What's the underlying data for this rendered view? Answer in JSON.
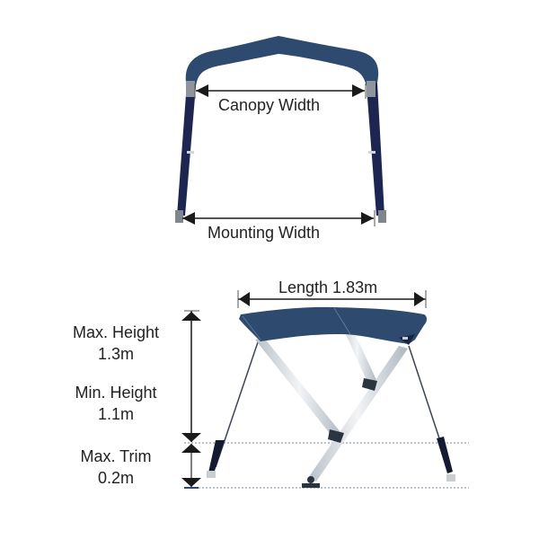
{
  "top_view": {
    "canopy_width_label": "Canopy Width",
    "mounting_width_label": "Mounting Width"
  },
  "side_view": {
    "length_label": "Length 1.83m",
    "max_height_label": "Max. Height",
    "max_height_value": "1.3m",
    "min_height_label": "Min. Height",
    "min_height_value": "1.1m",
    "max_trim_label": "Max. Trim",
    "max_trim_value": "0.2m"
  },
  "colors": {
    "canopy": "#2e4a6e",
    "canopy_dark": "#1f3454",
    "frame_tube": "#d8dde2",
    "strap": "#1a1f3a",
    "arrow": "#1a1a1a",
    "dotted_line": "#7a8a9a"
  }
}
